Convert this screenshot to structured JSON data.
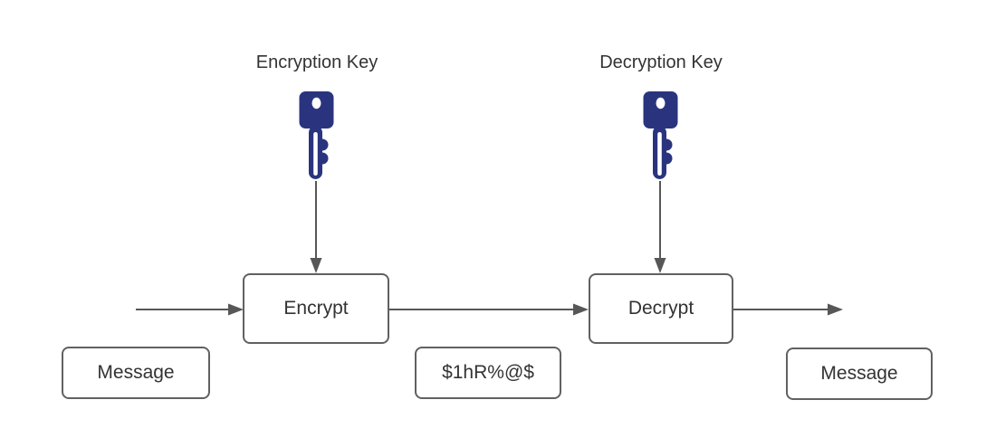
{
  "diagram": {
    "titles": {
      "encryption_key": "Encryption Key",
      "decryption_key": "Decryption Key"
    },
    "nodes": {
      "encrypt": "Encrypt",
      "decrypt": "Decrypt",
      "message_in": "Message",
      "ciphertext": "$1hR%@$",
      "message_out": "Message"
    },
    "icons": {
      "left": "key-icon",
      "right": "key-icon"
    },
    "colors": {
      "key_fill": "#2a347e",
      "key_hole": "#ffffff",
      "box_border": "#616161",
      "arrow": "#575757",
      "label_text": "#333333",
      "background": "#ffffff"
    }
  }
}
